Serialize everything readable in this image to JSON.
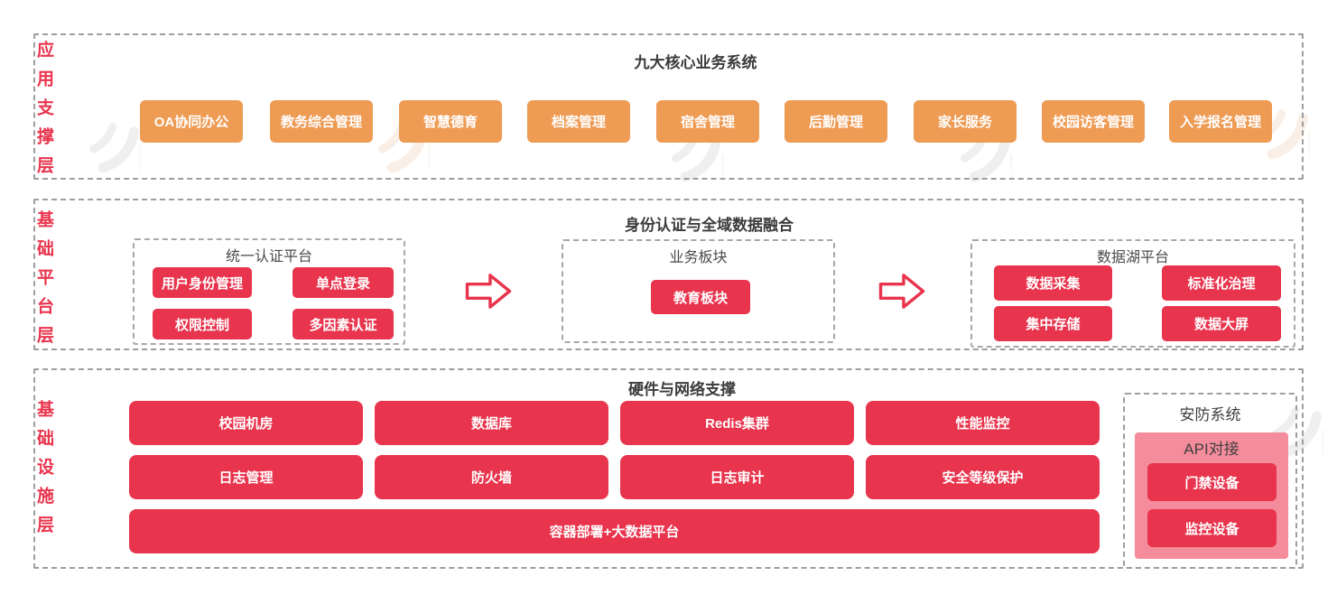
{
  "colors": {
    "accent_red": "#e8344d",
    "accent_orange": "#ee9b54",
    "accent_pink": "#f48c9c",
    "title_text": "#3b3b3b",
    "subbox_title_text": "#4a4a4a",
    "dashed_border": "#9e9e9e"
  },
  "watermark": {
    "text": "MODAO.CC"
  },
  "layers": {
    "app": {
      "label": "应用支撑层",
      "title": "九大核心业务系统",
      "boxes": [
        "OA协同办公",
        "教务综合管理",
        "智慧德育",
        "档案管理",
        "宿舍管理",
        "后勤管理",
        "家长服务",
        "校园访客管理",
        "入学报名管理"
      ]
    },
    "platform": {
      "label": "基础平台层",
      "title": "身份认证与全域数据融合",
      "auth": {
        "title": "统一认证平台",
        "boxes": [
          "用户身份管理",
          "单点登录",
          "权限控制",
          "多因素认证"
        ]
      },
      "business": {
        "title": "业务板块",
        "boxes": [
          "教育板块"
        ]
      },
      "datalake": {
        "title": "数据湖平台",
        "boxes": [
          "数据采集",
          "标准化治理",
          "集中存储",
          "数据大屏"
        ]
      }
    },
    "infra": {
      "label": "基础设施层",
      "title": "硬件与网络支撑",
      "row1": [
        "校园机房",
        "数据库",
        "Redis集群",
        "性能监控"
      ],
      "row2": [
        "日志管理",
        "防火墙",
        "日志审计",
        "安全等级保护"
      ],
      "row3": [
        "容器部署+大数据平台"
      ],
      "security": {
        "title": "安防系统",
        "api": {
          "title": "API对接",
          "boxes": [
            "门禁设备",
            "监控设备"
          ]
        }
      }
    }
  }
}
